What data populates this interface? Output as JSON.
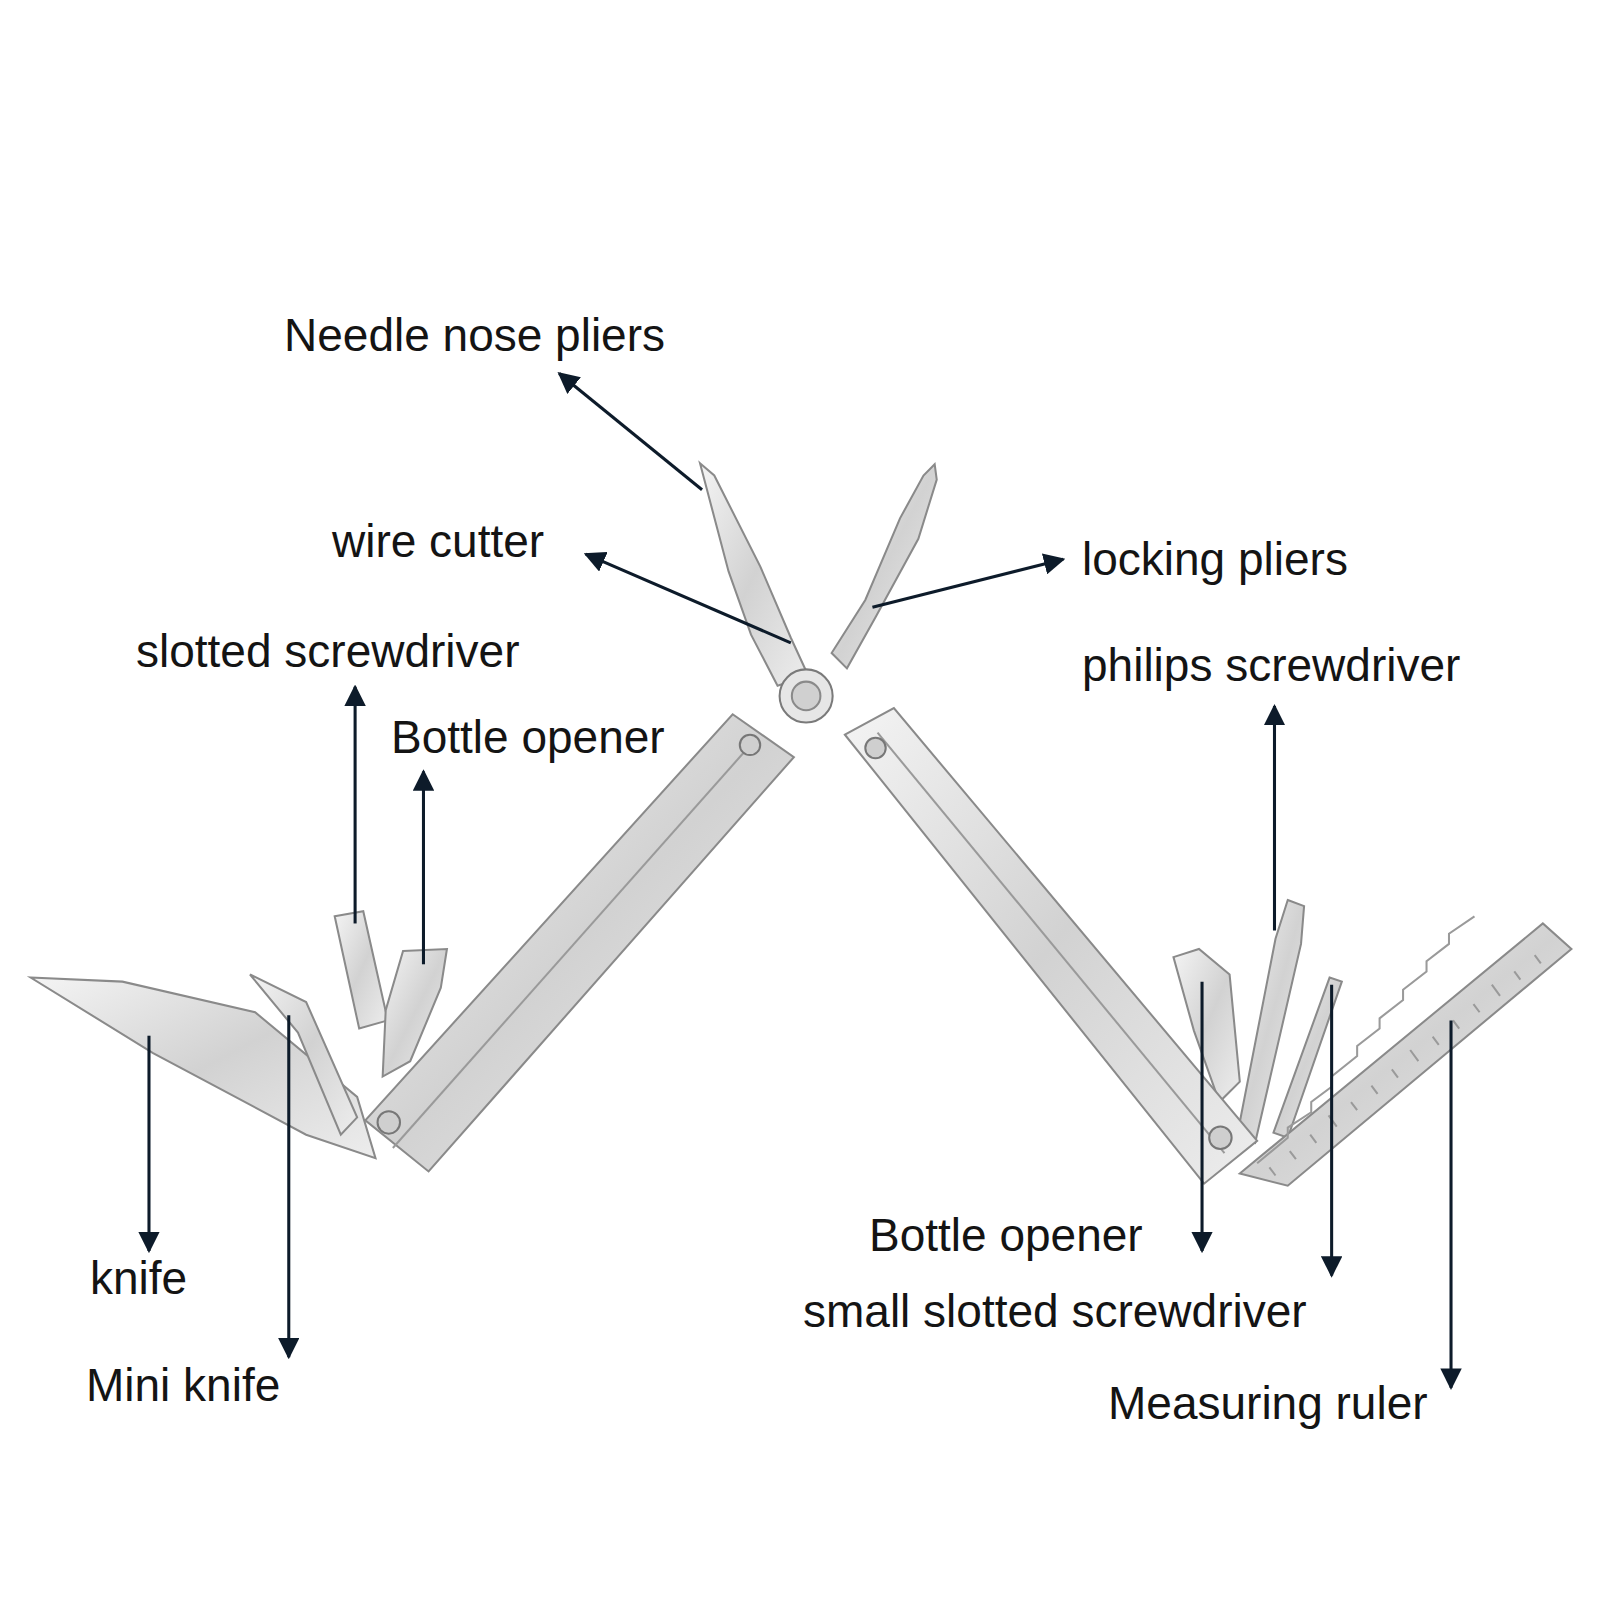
{
  "diagram": {
    "labels": [
      "Needle nose pliers",
      "wire cutter",
      "locking pliers",
      "slotted screwdriver",
      "philips screwdriver",
      "Bottle opener",
      "Bottle opener",
      "knife",
      "small slotted screwdriver",
      "Mini knife",
      "Measuring ruler"
    ]
  }
}
